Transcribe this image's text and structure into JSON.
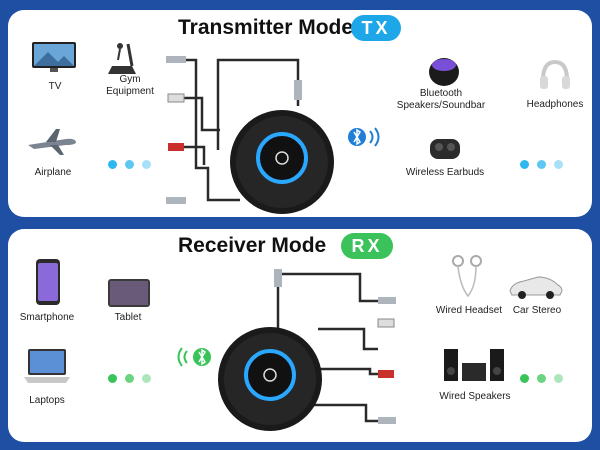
{
  "tx": {
    "title": "Transmitter Mode",
    "badge": "TX",
    "badge_color": "#1ea7e8",
    "left_devices": [
      "TV",
      "Gym\nEquipment",
      "Airplane"
    ],
    "right_devices": [
      "Bluetooth\nSpeakers/Soundbar",
      "Headphones",
      "Wireless Earbuds"
    ],
    "dot_color": "#2fb8f0"
  },
  "rx": {
    "title": "Receiver Mode",
    "badge": "RX",
    "badge_color": "#3bc25a",
    "left_devices": [
      "Smartphone",
      "Tablet",
      "Laptops"
    ],
    "right_devices": [
      "Wired Headset",
      "Car Stereo",
      "Wired Speakers"
    ],
    "dot_color": "#39c45a"
  },
  "icons": [
    "tv-icon",
    "treadmill-icon",
    "airplane-icon",
    "smart-speaker-icon",
    "headphones-icon",
    "earbuds-icon",
    "bluetooth-icon",
    "smartphone-icon",
    "tablet-icon",
    "laptop-icon",
    "earphones-icon",
    "car-icon",
    "speakers-icon"
  ]
}
